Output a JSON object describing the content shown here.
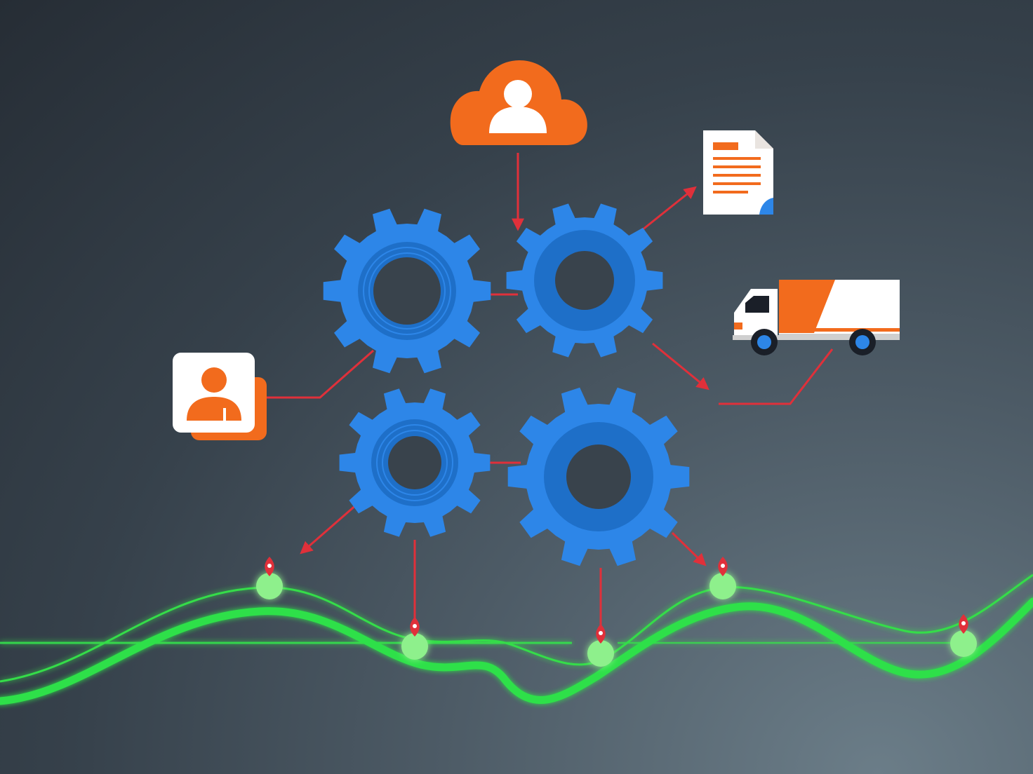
{
  "diagram": {
    "nodes": [
      {
        "id": "cloud-user",
        "icon": "cloud-user-icon",
        "color": "#f26b1d"
      },
      {
        "id": "document",
        "icon": "document-icon",
        "color": "#f26b1d"
      },
      {
        "id": "delivery-truck",
        "icon": "truck-icon",
        "color": "#f26b1d"
      },
      {
        "id": "user-profile",
        "icon": "user-card-icon",
        "color": "#f26b1d"
      },
      {
        "id": "gear-1",
        "icon": "gear-icon",
        "color": "#2d86e8"
      },
      {
        "id": "gear-2",
        "icon": "gear-icon",
        "color": "#2d86e8"
      },
      {
        "id": "gear-3",
        "icon": "gear-icon",
        "color": "#2d86e8"
      },
      {
        "id": "gear-4",
        "icon": "gear-icon",
        "color": "#2d86e8"
      }
    ],
    "connector_color": "#e0303a",
    "wave_color": "#2ee04a",
    "marker_color": "#e0303a",
    "marker_dot_color": "#8ef08c"
  }
}
